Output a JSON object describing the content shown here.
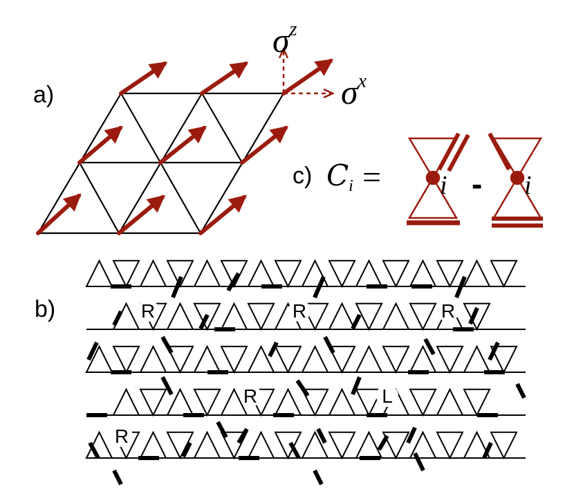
{
  "panels": {
    "a": {
      "label": "a)",
      "sigma_z": "σ",
      "sigma_z_sup": "z",
      "sigma_x": "σ",
      "sigma_x_sup": "x"
    },
    "b": {
      "label": "b)",
      "plaquettes": [
        {
          "id": "p1",
          "text": "R"
        },
        {
          "id": "p2",
          "text": "R"
        },
        {
          "id": "p3",
          "text": "R"
        },
        {
          "id": "p4",
          "text": "R"
        },
        {
          "id": "p5",
          "text": "L"
        },
        {
          "id": "p6",
          "text": "R"
        }
      ]
    },
    "c": {
      "label": "c)",
      "lhs_symbol": "C",
      "lhs_sub": "i",
      "equals": "=",
      "site1": "i",
      "minus": "-",
      "site2": "i"
    }
  },
  "colors": {
    "spin": "#9b1c0e",
    "lattice": "#000000",
    "bond": "#000000"
  }
}
